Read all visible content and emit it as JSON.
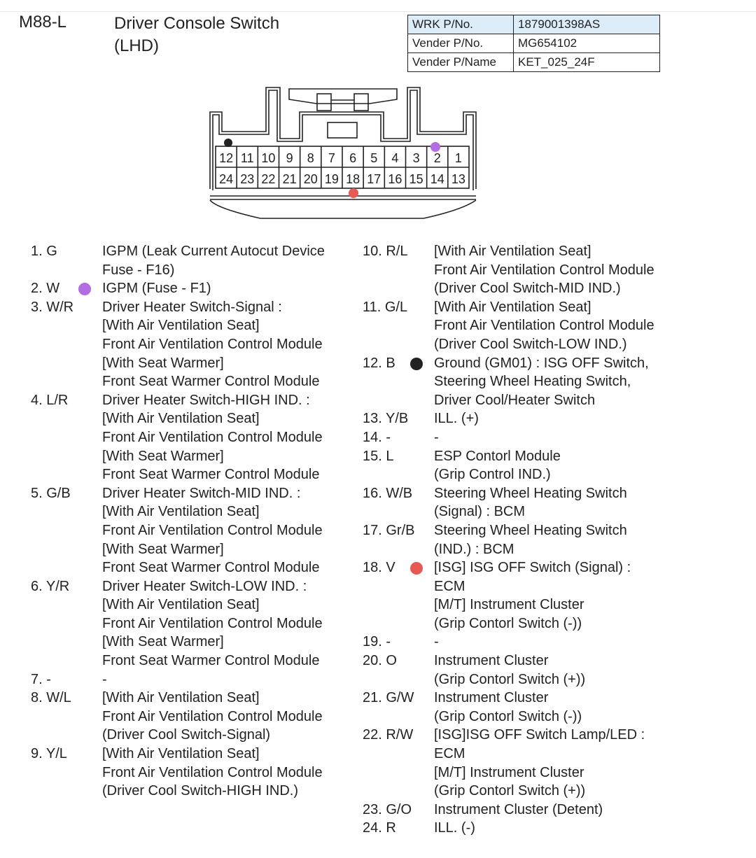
{
  "header": {
    "code": "M88-L",
    "title_line1": "Driver Console Switch",
    "title_line2": "(LHD)"
  },
  "parts_table": [
    {
      "label": "WRK P/No.",
      "value": "1879001398AS"
    },
    {
      "label": "Vender P/No.",
      "value": "MG654102"
    },
    {
      "label": "Vender P/Name",
      "value": "KET_025_24F"
    }
  ],
  "connector": {
    "top_row": [
      "12",
      "11",
      "10",
      "9",
      "8",
      "7",
      "6",
      "5",
      "4",
      "3",
      "2",
      "1"
    ],
    "bottom_row": [
      "24",
      "23",
      "22",
      "21",
      "20",
      "19",
      "18",
      "17",
      "16",
      "15",
      "14",
      "13"
    ]
  },
  "colors": {
    "black_dot": "#222222",
    "purple_dot": "#b26de3",
    "red_dot": "#e65a55",
    "table_header_bg": "#dcecf9"
  },
  "left_pins": [
    {
      "num": "1. G",
      "lines": [
        "IGPM (Leak Current Autocut Device",
        "Fuse - F16)"
      ]
    },
    {
      "num": "2. W",
      "dot": "#b26de3",
      "lines": [
        "IGPM (Fuse - F1)"
      ]
    },
    {
      "num": "3. W/R",
      "lines": [
        "Driver Heater Switch-Signal :",
        "[With Air Ventilation Seat]",
        "Front Air Ventilation Control Module",
        "[With Seat Warmer]",
        "Front Seat Warmer Control Module"
      ]
    },
    {
      "num": "4. L/R",
      "lines": [
        "Driver Heater Switch-HIGH IND. :",
        "[With Air Ventilation Seat]",
        "Front Air Ventilation Control Module",
        "[With Seat Warmer]",
        "Front Seat Warmer Control Module"
      ]
    },
    {
      "num": "5. G/B",
      "lines": [
        "Driver Heater Switch-MID IND. :",
        "[With Air Ventilation Seat]",
        "Front Air Ventilation Control Module",
        "[With Seat Warmer]",
        "Front Seat Warmer Control Module"
      ]
    },
    {
      "num": "6. Y/R",
      "lines": [
        "Driver Heater Switch-LOW IND. :",
        "[With Air Ventilation Seat]",
        "Front Air Ventilation Control Module",
        "[With Seat Warmer]",
        "Front Seat Warmer Control Module"
      ]
    },
    {
      "num": "7. -",
      "lines": [
        "-"
      ]
    },
    {
      "num": "8. W/L",
      "lines": [
        "[With Air Ventilation Seat]",
        "Front Air Ventilation Control Module",
        "(Driver Cool Switch-Signal)"
      ]
    },
    {
      "num": "9. Y/L",
      "lines": [
        "[With Air Ventilation Seat]",
        "Front Air Ventilation Control Module",
        "(Driver Cool Switch-HIGH IND.)"
      ]
    }
  ],
  "right_pins": [
    {
      "num": "10. R/L",
      "lines": [
        "[With Air Ventilation Seat]",
        "Front Air Ventilation Control Module",
        "(Driver Cool Switch-MID IND.)"
      ]
    },
    {
      "num": "11. G/L",
      "lines": [
        "[With Air Ventilation Seat]",
        "Front Air Ventilation Control Module",
        "(Driver Cool Switch-LOW IND.)"
      ]
    },
    {
      "num": "12. B",
      "dot": "#222222",
      "lines": [
        "Ground (GM01) : ISG OFF Switch,",
        "Steering Wheel Heating Switch,",
        "Driver Cool/Heater Switch"
      ]
    },
    {
      "num": "13. Y/B",
      "lines": [
        "ILL. (+)"
      ]
    },
    {
      "num": "14. -",
      "lines": [
        "-"
      ]
    },
    {
      "num": "15. L",
      "lines": [
        "ESP Contorl Module",
        "(Grip Control IND.)"
      ]
    },
    {
      "num": "16. W/B",
      "lines": [
        "Steering Wheel Heating Switch",
        "(Signal) : BCM"
      ]
    },
    {
      "num": "17. Gr/B",
      "lines": [
        "Steering Wheel Heating Switch",
        "(IND.) : BCM"
      ]
    },
    {
      "num": "18. V",
      "dot": "#e65a55",
      "lines": [
        "[ISG] ISG OFF Switch (Signal) :",
        "ECM",
        "[M/T] Instrument Cluster",
        "(Grip Contorl Switch (-))"
      ]
    },
    {
      "num": "19. -",
      "lines": [
        "-"
      ]
    },
    {
      "num": "20. O",
      "lines": [
        "Instrument Cluster",
        "(Grip Contorl Switch (+))"
      ]
    },
    {
      "num": "21. G/W",
      "lines": [
        "Instrument Cluster",
        "(Grip Contorl Switch (-))"
      ]
    },
    {
      "num": "22. R/W",
      "lines": [
        "[ISG]ISG OFF Switch Lamp/LED :",
        "ECM",
        "[M/T] Instrument Cluster",
        "(Grip Contorl Switch (+))"
      ]
    },
    {
      "num": "23. G/O",
      "lines": [
        "Instrument Cluster (Detent)"
      ]
    },
    {
      "num": "24. R",
      "lines": [
        "ILL. (-)"
      ]
    }
  ]
}
